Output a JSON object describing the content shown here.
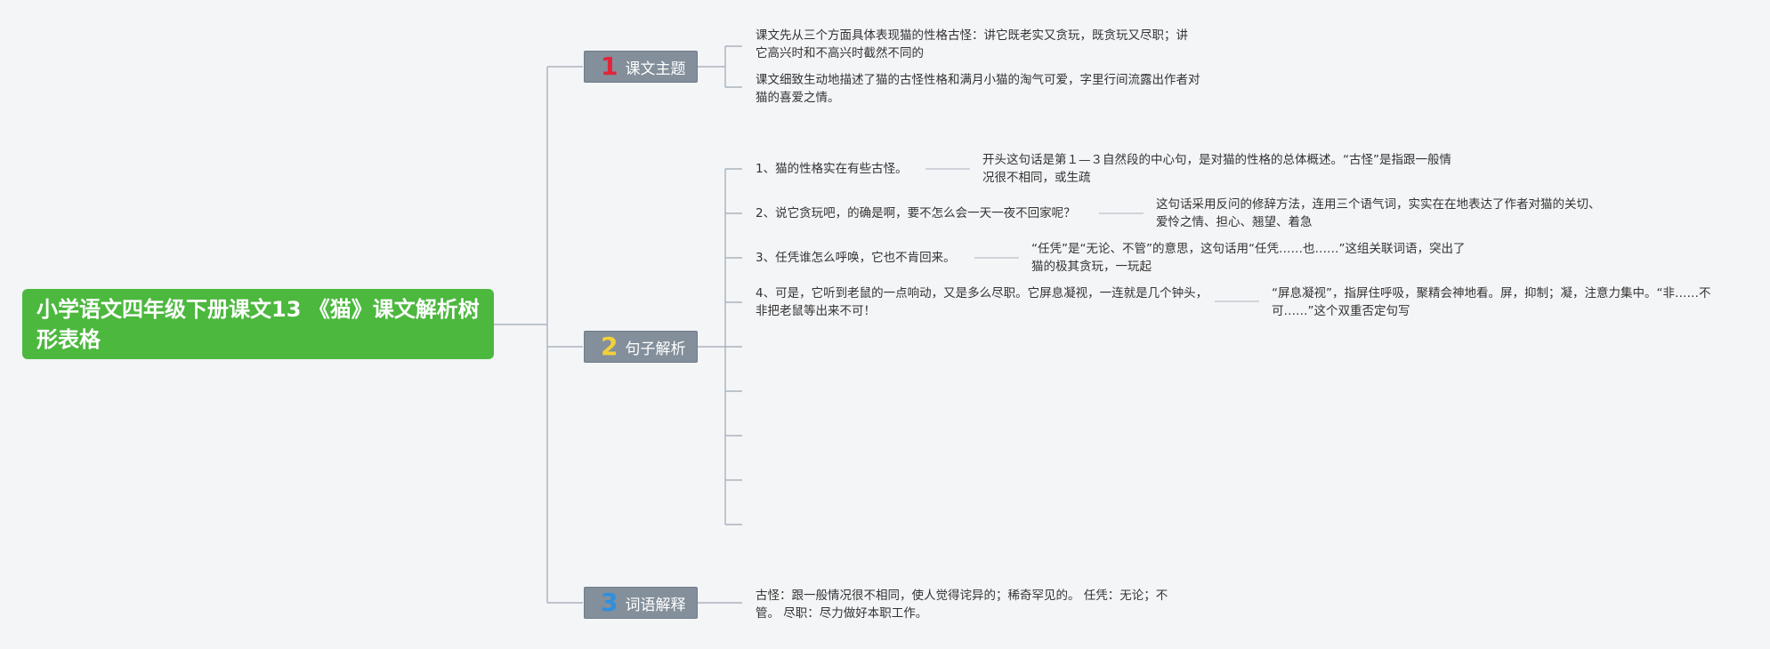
{
  "root": {
    "title": "小学语文四年级下册课文13 《猫》课文解析树形表格"
  },
  "branches": [
    {
      "num": "1",
      "label": "课文主题",
      "num_color": "#e0253a",
      "items": [
        {
          "text": "课文先从三个方面具体表现猫的性格古怪：讲它既老实又贪玩，既贪玩又尽职；讲它高兴时和不高兴时截然不同的"
        },
        {
          "text": "课文细致生动地描述了猫的古怪性格和满月小猫的淘气可爱，字里行间流露出作者对猫的喜爱之情。"
        }
      ]
    },
    {
      "num": "2",
      "label": "句子解析",
      "num_color": "#f2d03b",
      "items": [
        {
          "text": "1、猫的性格实在有些古怪。",
          "note": "开头这句话是第１—３自然段的中心句，是对猫的性格的总体概述。“古怪”是指跟一般情况很不相同，或生疏"
        },
        {
          "text": "2、说它贪玩吧，的确是啊，要不怎么会一天一夜不回家呢？",
          "note": "这句话采用反问的修辞方法，连用三个语气词，实实在在地表达了作者对猫的关切、爱怜之情、担心、翘望、着急"
        },
        {
          "text": "3、任凭谁怎么呼唤，它也不肯回来。",
          "note": "“任凭”是“无论、不管”的意思，这句话用“任凭……也……”这组关联词语，突出了猫的极其贪玩，一玩起"
        },
        {
          "text": "4、可是，它听到老鼠的一点响动，又是多么尽职。它屏息凝视，一连就是几个钟头，非把老鼠等出来不可！",
          "note": "“屏息凝视”，指屏住呼吸，聚精会神地看。屏，抑制；凝，注意力集中。“非……不可……”这个双重否定句写"
        },
        {
          "text": ""
        },
        {
          "text": ""
        },
        {
          "text": ""
        },
        {
          "text": ""
        },
        {
          "text": ""
        }
      ]
    },
    {
      "num": "3",
      "label": "词语解释",
      "num_color": "#2f8fde",
      "items": [
        {
          "text": "古怪：跟一般情况很不相同，使人觉得诧异的；稀奇罕见的。 任凭：无论；不管。 尽职：尽力做好本职工作。"
        }
      ]
    }
  ]
}
